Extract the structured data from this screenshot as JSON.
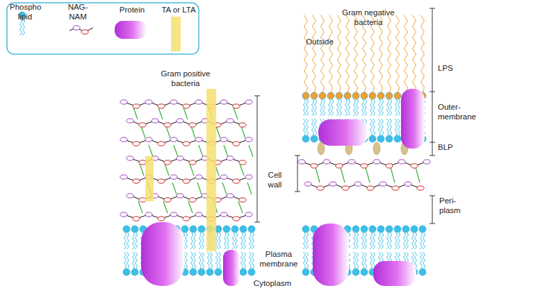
{
  "diagram": {
    "labels": [
      "Outside",
      "Gram positive bacteria",
      "Gram negative bacteria",
      "LPS",
      "Outer- membrane",
      "BLP",
      "Cell wall",
      "Peri- plasm",
      "Plasma membrane",
      "Cytoplasm"
    ],
    "legend": [
      {
        "text": "Phospho lipid"
      },
      {
        "text": "NAG- NAM"
      },
      {
        "text": "Protein"
      },
      {
        "text": "TA or LTA"
      }
    ]
  }
}
